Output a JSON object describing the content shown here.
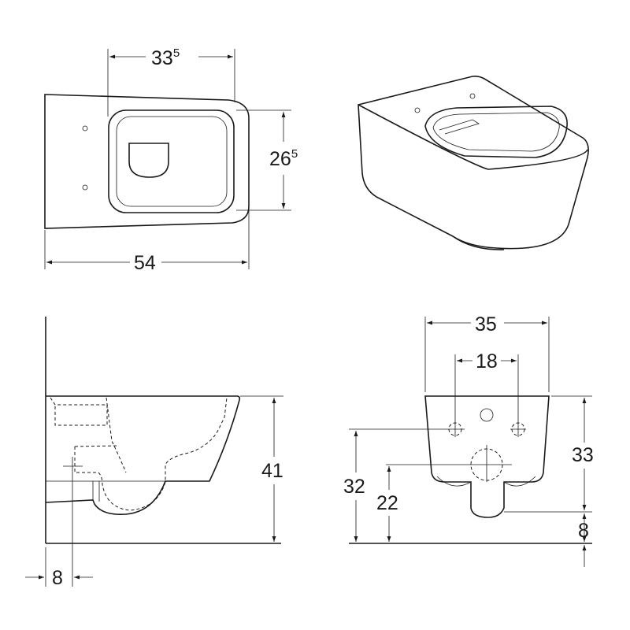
{
  "top_view": {
    "width_label": "33",
    "width_sup": "5",
    "depth_label": "26",
    "depth_sup": "5",
    "length_label": "54"
  },
  "side_view": {
    "height_label": "41",
    "offset_label": "8"
  },
  "front_view": {
    "width_label": "35",
    "hole_spacing_label": "18",
    "height_label": "33",
    "inlet_height_label": "32",
    "outlet_height_label": "22",
    "bottom_gap_label": "8"
  }
}
